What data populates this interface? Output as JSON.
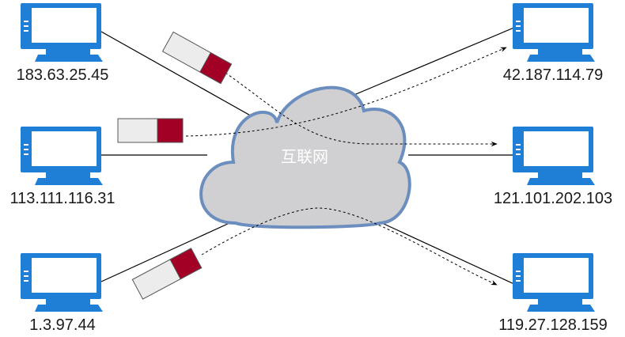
{
  "cloud": {
    "label": "互联网",
    "fill": "#d0d0d2",
    "stroke": "#6c8ebf"
  },
  "hosts": [
    {
      "ip": "183.63.25.45"
    },
    {
      "ip": "113.111.116.31"
    },
    {
      "ip": "1.3.97.44"
    },
    {
      "ip": "42.187.114.79"
    },
    {
      "ip": "121.101.202.103"
    },
    {
      "ip": "119.27.128.159"
    }
  ],
  "colors": {
    "computer": "#1f7ed6",
    "screen": "#ffffff",
    "packet_body": "#ececec",
    "packet_head": "#a20025",
    "link": "#000000"
  },
  "icons": {
    "host": "desktop-computer-icon",
    "packet": "data-packet-icon"
  }
}
